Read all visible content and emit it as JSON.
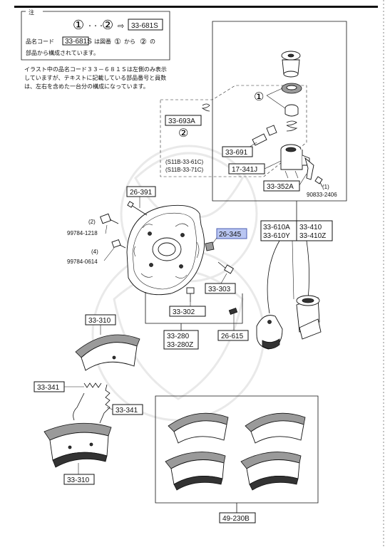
{
  "note": {
    "heading": "注",
    "marker_start": "①",
    "dots": "・・・",
    "marker_end": "②",
    "arrow": "⇨",
    "set_code": "33-681S",
    "line1_a": "品名コード",
    "line1_code": "33-681S",
    "line1_b": "は図番",
    "line1_c": "から",
    "line1_d": "の",
    "line2": "部品から構成されています。"
  },
  "remark": {
    "line1": "イラスト中の品名コード３３－６８１Ｓは左側のみ表示",
    "line2": "していますが、テキストに記載している部品番号と員数",
    "line3": "は、左右を含めた一台分の構成になっています。"
  },
  "callouts": {
    "c1": "①",
    "c2": "②",
    "q1": "(1)",
    "q2": "(2)",
    "q4": "(4)"
  },
  "sub_note": {
    "line1": "(S11B-33-61C)",
    "line2": "(S11B-33-71C)"
  },
  "labels": {
    "p33_693A": "33-693A",
    "p33_691": "33-691",
    "p17_341J": "17-341J",
    "p33_352A": "33-352A",
    "p90833": "90833-2406",
    "p26_391": "26-391",
    "p99784_1218": "99784-1218",
    "p99784_0614": "99784-0614",
    "p26_345": "26-345",
    "p33_610A": "33-610A",
    "p33_610Y": "33-610Y",
    "p33_410": "33-410",
    "p33_410Z": "33-410Z",
    "p33_303": "33-303",
    "p33_302": "33-302",
    "p33_280": "33-280",
    "p33_280Z": "33-280Z",
    "p26_615": "26-615",
    "p33_310_top": "33-310",
    "p33_341_left": "33-341",
    "p33_341_right": "33-341",
    "p33_310_bottom": "33-310",
    "p49_230B": "49-230B"
  },
  "colors": {
    "highlight_fill": "#b9c6f2",
    "highlight_stroke": "#4c5fb3"
  }
}
